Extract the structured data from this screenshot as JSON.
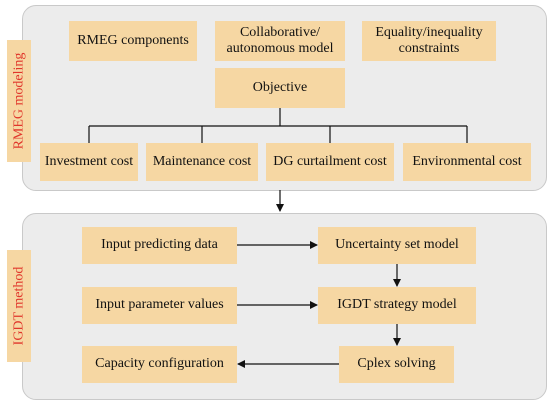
{
  "sections": {
    "rmeg": {
      "label": "RMEG modeling",
      "components": "RMEG components",
      "model": "Collaborative/\nautonomous model",
      "constraints": "Equality/inequality\nconstraints",
      "objective": "Objective",
      "costs": [
        "Investment cost",
        "Maintenance cost",
        "DG curtailment cost",
        "Environmental cost"
      ]
    },
    "igdt": {
      "label": "IGDT method",
      "input_predicting": "Input predicting data",
      "uncertainty_model": "Uncertainty set model",
      "input_parameters": "Input parameter values",
      "strategy_model": "IGDT strategy model",
      "capacity_configuration": "Capacity configuration",
      "cplex_solving": "Cplex solving"
    }
  }
}
